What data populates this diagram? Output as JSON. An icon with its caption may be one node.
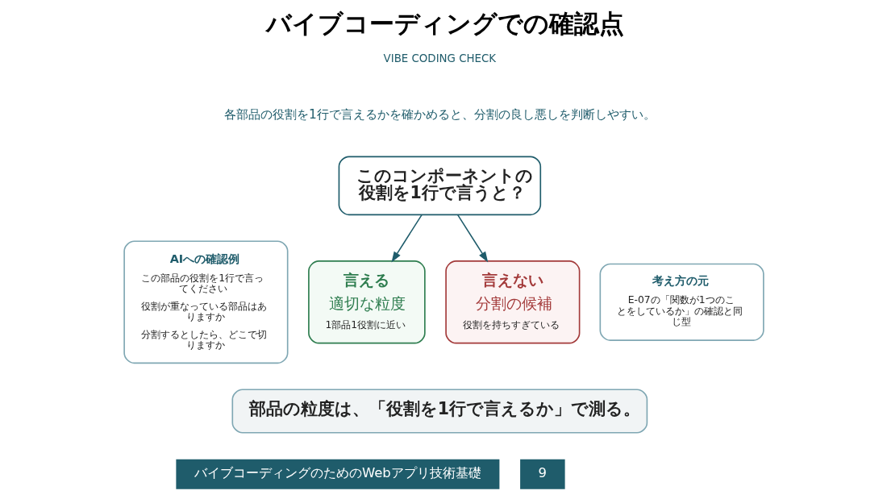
{
  "diagram": {
    "title": "バイブコーディングでの確認点",
    "nodes": [
      {
        "text": [
          "このコンポーネントの役割を1行で言うと？"
        ]
      },
      {
        "text": [
          "言える",
          "適切な粒度",
          "1部品1役割に近い"
        ]
      },
      {
        "text": [
          "言えない",
          "分割の候補",
          "役割を持ちすぎている"
        ]
      },
      {
        "text": [
          "AIへの確認例",
          "この部品の役割を1行で言ってください",
          "役割が重なっている部品はありますか",
          "分割するとしたら、どこで切りますか"
        ]
      },
      {
        "text": [
          "考え方の元",
          "E-07の「関数が1つのことをしているか」の確認と同じ型"
        ]
      },
      {
        "text": [
          "部品の粒度は、「役割を1行で言えるか」で測る。"
        ]
      }
    ],
    "edges": [
      {
        "from": 0,
        "to": 1,
        "arrow": "to"
      },
      {
        "from": 0,
        "to": 2,
        "arrow": "to"
      }
    ],
    "labels": [
      "VIBE CODING CHECK",
      "各部品の役割を1行で言えるかを確かめると、分割の良し悪しを判断しやすい。",
      "バイブコーディングのためのWebアプリ技術基礎",
      "9"
    ]
  }
}
